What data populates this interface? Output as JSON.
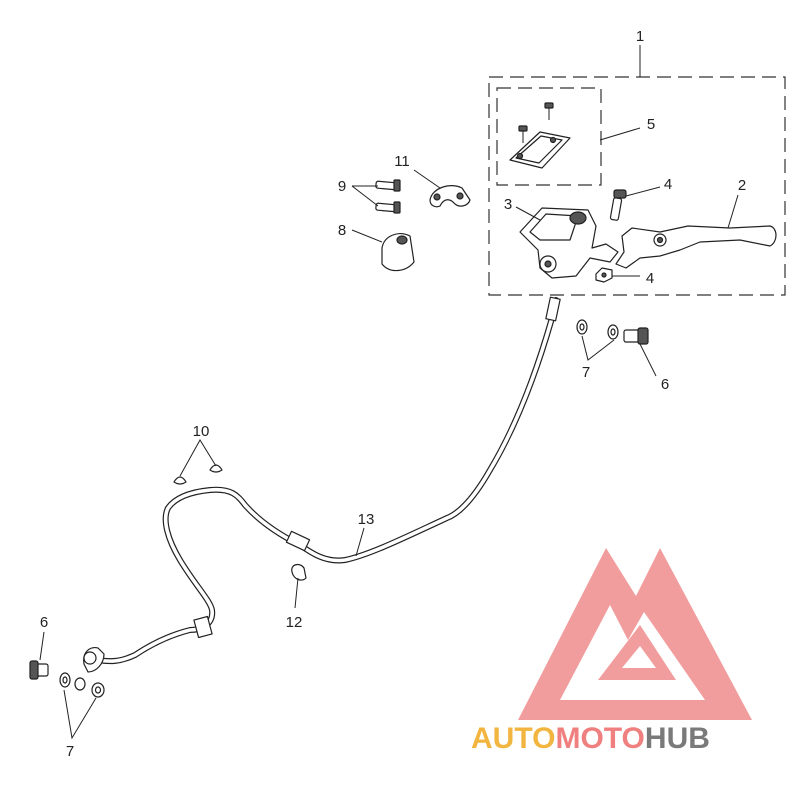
{
  "callouts": {
    "c1": "1",
    "c2": "2",
    "c3": "3",
    "c4a": "4",
    "c4b": "4",
    "c5": "5",
    "c6a": "6",
    "c6b": "6",
    "c7a": "7",
    "c7b": "7",
    "c8": "8",
    "c9": "9",
    "c10": "10",
    "c11": "11",
    "c12": "12",
    "c13": "13"
  },
  "watermark": {
    "part1": "AUTO",
    "part2": "MOTO",
    "part3": "HUB",
    "color_part1": "#f2b640",
    "color_part2": "#f07f7f",
    "color_part3": "#7a7a7a",
    "logo_color": "#f08c8c"
  }
}
